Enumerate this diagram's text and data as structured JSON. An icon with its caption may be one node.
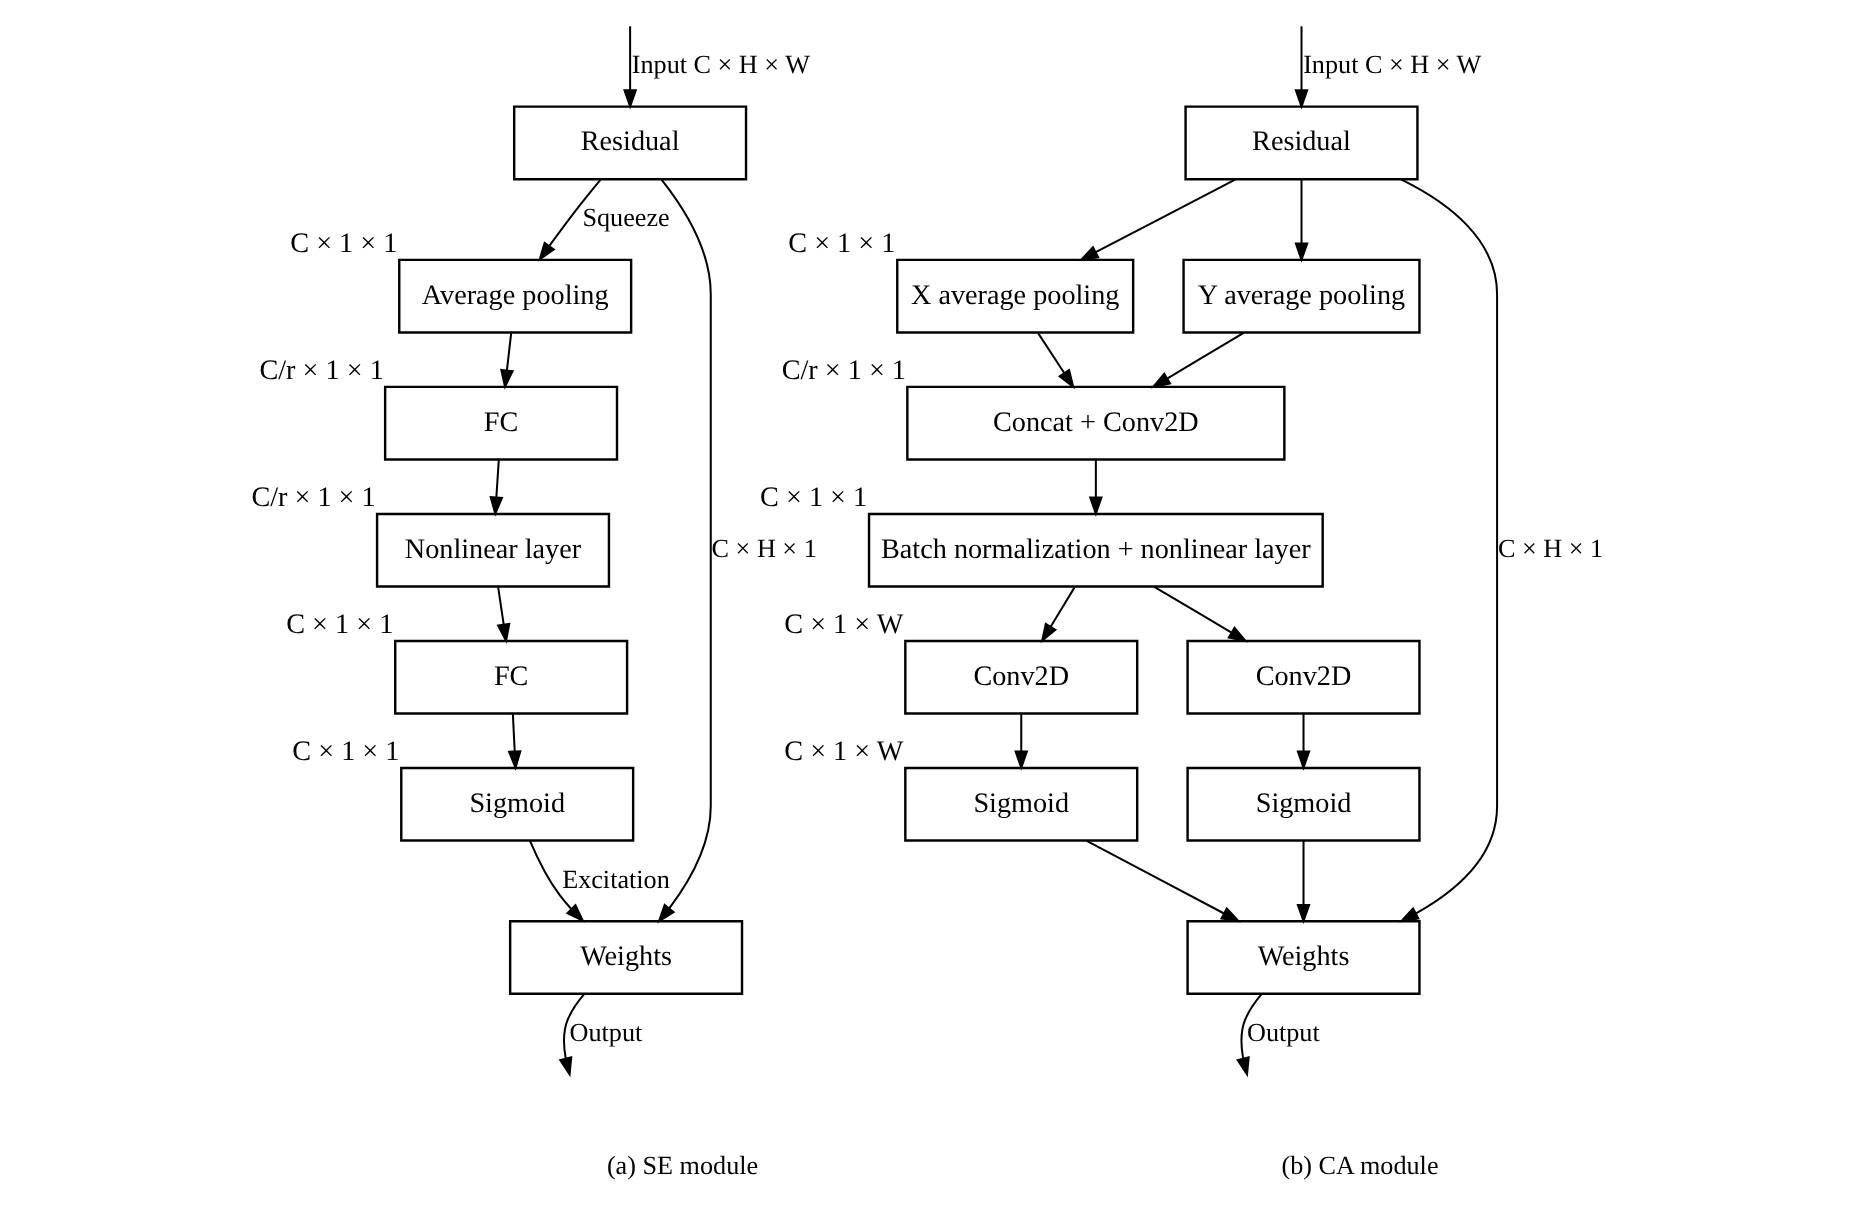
{
  "diagram": {
    "nodes": [
      {
        "text": [
          "Residual"
        ]
      },
      {
        "text": [
          "Average pooling"
        ],
        "beside": [
          "C × 1 × 1"
        ]
      },
      {
        "text": [
          "FC"
        ],
        "beside": [
          "C/r × 1 × 1"
        ]
      },
      {
        "text": [
          "Nonlinear layer"
        ],
        "beside": [
          "C/r × 1 × 1"
        ]
      },
      {
        "text": [
          "FC"
        ],
        "beside": [
          "C × 1 × 1"
        ]
      },
      {
        "text": [
          "Sigmoid"
        ],
        "beside": [
          "C × 1 × 1"
        ]
      },
      {
        "text": [
          "Weights"
        ]
      },
      {
        "text": [
          "Residual"
        ]
      },
      {
        "text": [
          "X average pooling"
        ],
        "beside": [
          "C × 1 × 1"
        ]
      },
      {
        "text": [
          "Y average pooling"
        ]
      },
      {
        "text": [
          "Concat + Conv2D"
        ],
        "beside": [
          "C/r × 1 × 1"
        ]
      },
      {
        "text": [
          "Batch normalization + nonlinear layer"
        ],
        "beside": [
          "C × 1 × 1"
        ]
      },
      {
        "text": [
          "Conv2D"
        ],
        "beside": [
          "C × 1 × W"
        ]
      },
      {
        "text": [
          "Conv2D"
        ]
      },
      {
        "text": [
          "Sigmoid"
        ],
        "beside": [
          "C × 1 × W"
        ]
      },
      {
        "text": [
          "Sigmoid"
        ]
      },
      {
        "text": [
          "Weights"
        ]
      }
    ],
    "edges": [
      {
        "from": null,
        "to": 0,
        "arrow": "to",
        "label": "Input C × H × W"
      },
      {
        "from": 0,
        "to": 1,
        "arrow": "to",
        "label": "Squeeze"
      },
      {
        "from": 1,
        "to": 2,
        "arrow": "to"
      },
      {
        "from": 2,
        "to": 3,
        "arrow": "to"
      },
      {
        "from": 3,
        "to": 4,
        "arrow": "to"
      },
      {
        "from": 4,
        "to": 5,
        "arrow": "to"
      },
      {
        "from": 0,
        "to": 6,
        "arrow": "to",
        "label": "C × H × 1"
      },
      {
        "from": 5,
        "to": 6,
        "arrow": "to",
        "label": "Excitation"
      },
      {
        "from": 6,
        "to": null,
        "arrow": "to",
        "label": "Output"
      },
      {
        "from": null,
        "to": 7,
        "arrow": "to",
        "label": "Input C × H × W"
      },
      {
        "from": 7,
        "to": 8,
        "arrow": "to"
      },
      {
        "from": 7,
        "to": 9,
        "arrow": "to"
      },
      {
        "from": 8,
        "to": 10,
        "arrow": "to"
      },
      {
        "from": 9,
        "to": 10,
        "arrow": "to"
      },
      {
        "from": 10,
        "to": 11,
        "arrow": "to"
      },
      {
        "from": 11,
        "to": 12,
        "arrow": "to"
      },
      {
        "from": 11,
        "to": 13,
        "arrow": "to"
      },
      {
        "from": 12,
        "to": 14,
        "arrow": "to"
      },
      {
        "from": 13,
        "to": 15,
        "arrow": "to"
      },
      {
        "from": 7,
        "to": 16,
        "arrow": "to",
        "label": "C × H × 1"
      },
      {
        "from": 14,
        "to": 16,
        "arrow": "to"
      },
      {
        "from": 15,
        "to": 16,
        "arrow": "to"
      },
      {
        "from": 16,
        "to": null,
        "arrow": "to",
        "label": "Output"
      }
    ],
    "labels": [
      "(a) SE module",
      "(b) CA module"
    ]
  }
}
